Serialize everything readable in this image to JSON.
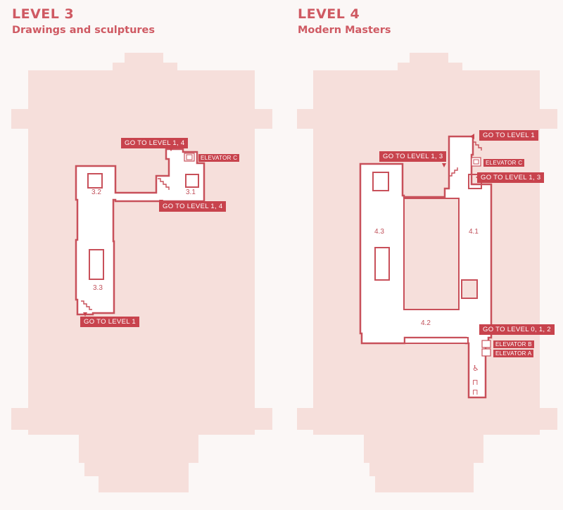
{
  "level3": {
    "title": "LEVEL 3",
    "subtitle": "Drawings and sculptures",
    "rooms": [
      "3.1",
      "3.2",
      "3.3"
    ],
    "labels": {
      "go_1_4_top": "GO TO LEVEL 1, 4",
      "go_1_4_bottom": "GO TO LEVEL 1, 4",
      "go_1": "GO TO LEVEL 1",
      "elevator_c": "ELEVATOR C"
    }
  },
  "level4": {
    "title": "LEVEL 4",
    "subtitle": "Modern Masters",
    "rooms": [
      "4.1",
      "4.2",
      "4.3"
    ],
    "labels": {
      "go_1": "GO TO LEVEL 1",
      "go_1_3_left": "GO TO LEVEL 1, 3",
      "go_1_3_right": "GO TO LEVEL 1, 3",
      "elevator_c": "ELEVATOR C",
      "go_0_1_2": "GO TO LEVEL 0, 1, 2",
      "elevator_b": "ELEVATOR B",
      "elevator_a": "ELEVATOR A"
    }
  },
  "colors": {
    "accent": "#c8434d",
    "title": "#cf5a63",
    "building": "#f6dfdb",
    "route": "#c8505a",
    "background": "#fbf7f6"
  }
}
